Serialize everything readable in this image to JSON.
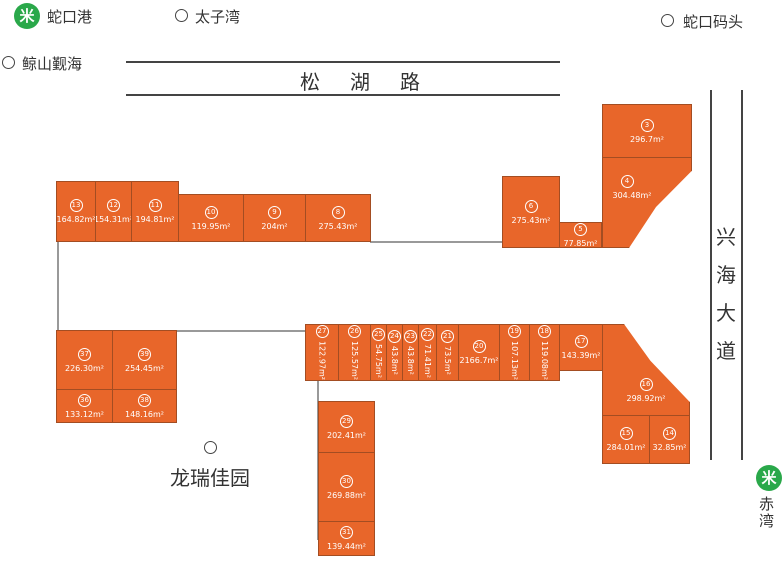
{
  "metro_stations": [
    {
      "id": "shekou_port",
      "label": "蛇口港",
      "glyph": "米"
    },
    {
      "id": "chiwan",
      "label": "赤湾",
      "glyph": "米"
    }
  ],
  "places": {
    "taizi_bay": "太子湾",
    "shekou_pier": "蛇口码头",
    "jingshan": "鲸山觐海",
    "longrui": "龙瑞佳园"
  },
  "roads": {
    "songhu": "松湖路",
    "xinghai": "兴海大道"
  },
  "colors": {
    "shop": "#e8662a",
    "metro": "#2aa84a"
  },
  "units": [
    {
      "no": "3",
      "area": "296.7m²"
    },
    {
      "no": "4",
      "area": "304.48m²"
    },
    {
      "no": "5",
      "area": "77.85m²"
    },
    {
      "no": "6",
      "area": "275.43m²"
    },
    {
      "no": "8",
      "area": "275.43m²"
    },
    {
      "no": "9",
      "area": "204m²"
    },
    {
      "no": "10",
      "area": "119.95m²"
    },
    {
      "no": "11",
      "area": "194.81m²"
    },
    {
      "no": "12",
      "area": "154.31m²"
    },
    {
      "no": "13",
      "area": "164.82m²"
    },
    {
      "no": "14",
      "area": "32.85m²"
    },
    {
      "no": "15",
      "area": "284.01m²"
    },
    {
      "no": "16",
      "area": "298.92m²"
    },
    {
      "no": "17",
      "area": "143.39m²"
    },
    {
      "no": "18",
      "area": "119.08m²"
    },
    {
      "no": "19",
      "area": "107.13m²"
    },
    {
      "no": "20",
      "area": "2166.7m²"
    },
    {
      "no": "21",
      "area": "73.5m²"
    },
    {
      "no": "22",
      "area": "71.41m²"
    },
    {
      "no": "23",
      "area": "43.8m²"
    },
    {
      "no": "24",
      "area": "43.8m²"
    },
    {
      "no": "25",
      "area": "54.75m²"
    },
    {
      "no": "26",
      "area": "125.57m²"
    },
    {
      "no": "27",
      "area": "122.97m²"
    },
    {
      "no": "29",
      "area": "202.41m²"
    },
    {
      "no": "30",
      "area": "269.88m²"
    },
    {
      "no": "31",
      "area": "139.44m²"
    },
    {
      "no": "36",
      "area": "133.12m²"
    },
    {
      "no": "37",
      "area": "226.30m²"
    },
    {
      "no": "38",
      "area": "148.16m²"
    },
    {
      "no": "39",
      "area": "254.45m²"
    }
  ]
}
